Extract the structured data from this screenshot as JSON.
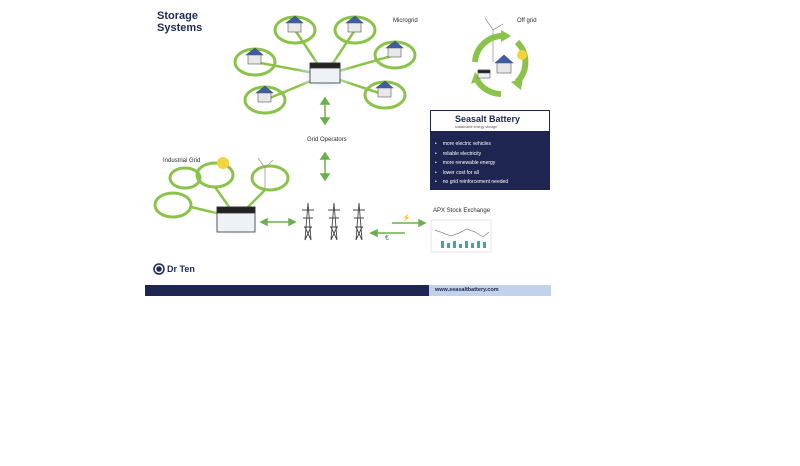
{
  "title_line1": "Storage",
  "title_line2": "Systems",
  "labels": {
    "microgrid": "Microgrid",
    "offgrid": "Off grid",
    "grid_operators": "Grid Operators",
    "industrial_grid": "Industrial Grid",
    "stock_exchange": "APX Stock Exchange",
    "energy_symbol": "⚡",
    "euro_symbol": "€"
  },
  "brand": {
    "name": "Seasalt Battery",
    "tagline": "sustainable energy storage"
  },
  "benefits": [
    "more electric vehicles",
    "reliable electricity",
    "more renewable energy",
    "lower cost for all",
    "no grid reinforcement needed"
  ],
  "logo_text": "Dr Ten",
  "website": "www.seasaltbattery.com",
  "colors": {
    "navy": "#1d2550",
    "green": "#8bc34a",
    "footer_light": "#c3d2ec"
  }
}
